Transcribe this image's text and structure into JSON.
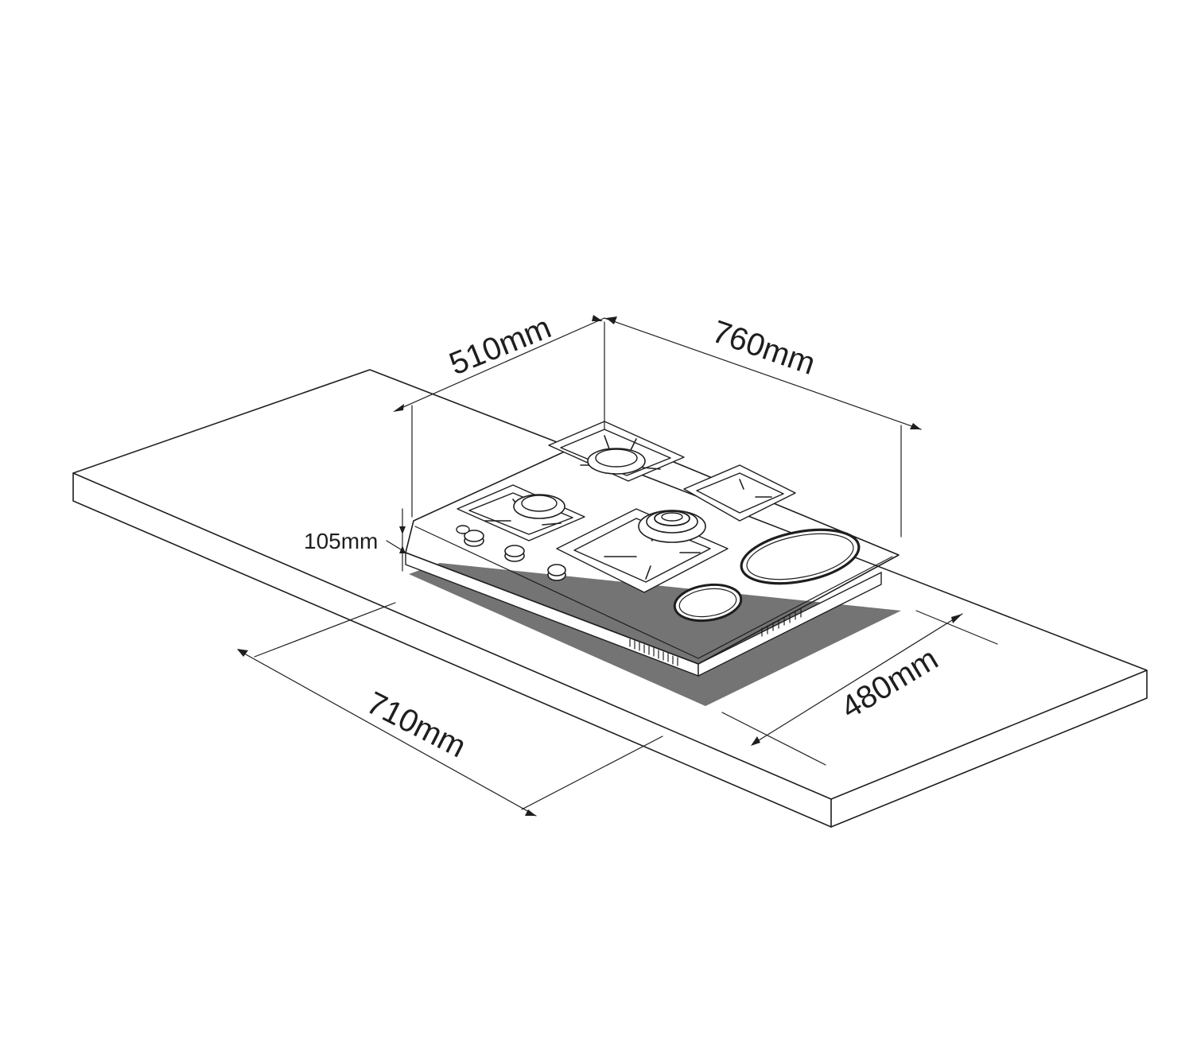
{
  "dimensions": {
    "depth": "510mm",
    "width": "760mm",
    "height": "105mm",
    "cutout_width": "710mm",
    "cutout_depth": "480mm"
  },
  "colors": {
    "line": "#1e1e1e",
    "cutout_fill": "#747474",
    "background": "#ffffff"
  }
}
